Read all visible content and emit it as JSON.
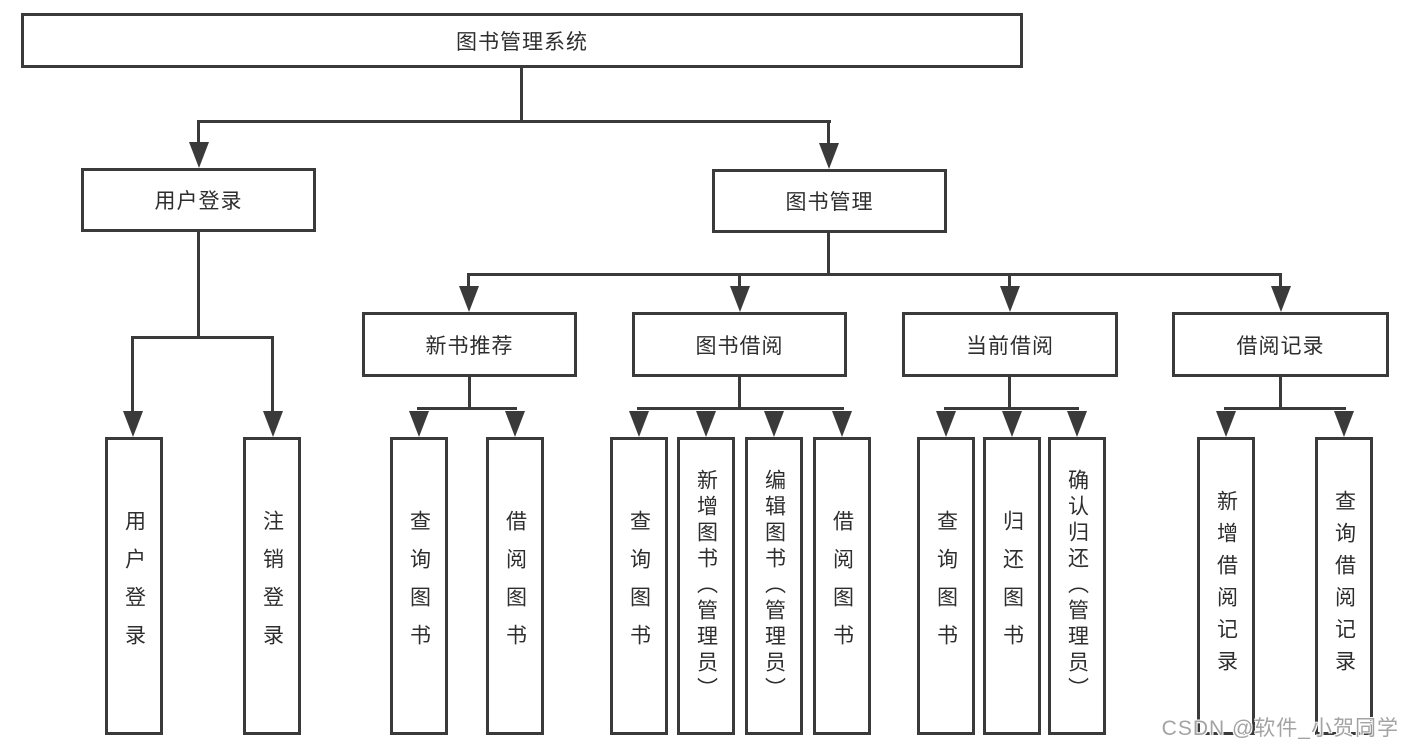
{
  "diagram": {
    "root": {
      "label": "图书管理系统"
    },
    "level2": [
      {
        "label": "用户登录"
      },
      {
        "label": "图书管理"
      }
    ],
    "level3": [
      {
        "label": "新书推荐"
      },
      {
        "label": "图书借阅"
      },
      {
        "label": "当前借阅"
      },
      {
        "label": "借阅记录"
      }
    ],
    "leaves": {
      "login": [
        "用户登录",
        "注销登录"
      ],
      "recommend": [
        "查询图书",
        "借阅图书"
      ],
      "borrow": [
        "查询图书",
        "新增图书（管理员）",
        "编辑图书（管理员）",
        "借阅图书"
      ],
      "current": [
        "查询图书",
        "归还图书",
        "确认归还（管理员）"
      ],
      "records": [
        "新增借阅记录",
        "查询借阅记录"
      ]
    }
  },
  "watermark": {
    "text": "CSDN @软件_小贺同学"
  },
  "colors": {
    "line": "#3a3a3a",
    "text": "#2e2e2e",
    "watermark": "#9e9e9e",
    "background": "#ffffff"
  }
}
